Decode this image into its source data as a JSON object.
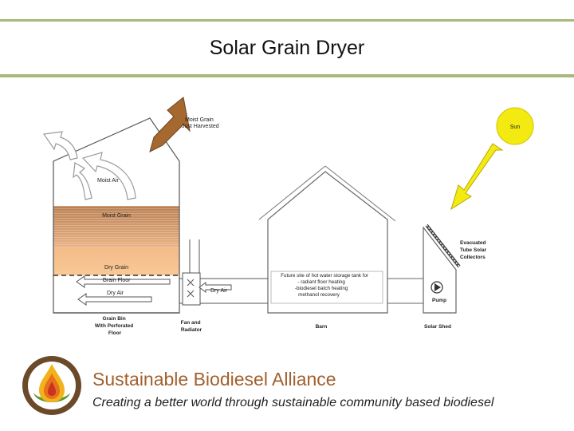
{
  "title": "Solar Grain Dryer",
  "diagram": {
    "moist_grain_just_harvested": [
      "Moist Grain",
      "Just Harvested"
    ],
    "sun": "Sun",
    "moist_air": "Moist Air",
    "moist_grain": "Moist Grain",
    "dry_grain": "Dry Grain",
    "grain_floor": "Grain Floor",
    "dry_air_bin": "Dry Air",
    "dry_air_duct": "Dry Air",
    "grain_bin": [
      "Grain Bin",
      "With Perforated",
      "Floor"
    ],
    "fan_radiator": [
      "Fan and",
      "Radiator"
    ],
    "barn": "Barn",
    "future_site": [
      "Future site of hot water storage tank for",
      "- radiant floor heating",
      "-biodiesel batch heating",
      "methanol recovery"
    ],
    "evacuated_tube": [
      "Evacuated",
      "Tube Solar",
      "Collectors"
    ],
    "pump": "Pump",
    "solar_shed": "Solar Shed"
  },
  "footer": {
    "brand": "Sustainable Biodiesel Alliance",
    "tagline": "Creating a better world through sustainable community based biodiesel"
  },
  "colors": {
    "rule": "#a7b97a",
    "brand": "#a2602d",
    "sun": "#f3ea12",
    "moist_grain": "#c9946a",
    "dry_grain": "#f6c08a",
    "arrow_brown": "#a5682f"
  }
}
